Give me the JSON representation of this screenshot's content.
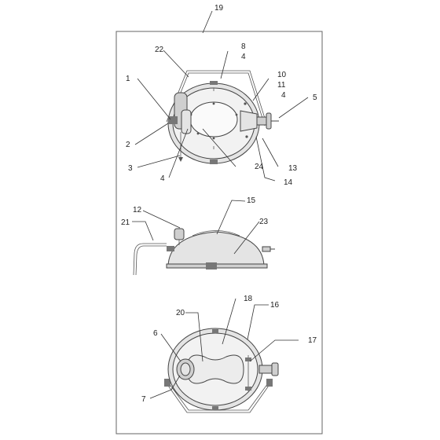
{
  "figure": {
    "callouts": {
      "c19": "19",
      "c22": "22",
      "c8": "8",
      "c4a": "4",
      "c10": "10",
      "c11": "11",
      "c4b": "4",
      "c5": "5",
      "c1": "1",
      "c2": "2",
      "c3": "3",
      "c4c": "4",
      "c24": "24",
      "c13": "13",
      "c14": "14",
      "c15": "15",
      "c12": "12",
      "c23": "23",
      "c21": "21",
      "c18": "18",
      "c16": "16",
      "c20": "20",
      "c6": "6",
      "c17": "17",
      "c7": "7"
    }
  }
}
